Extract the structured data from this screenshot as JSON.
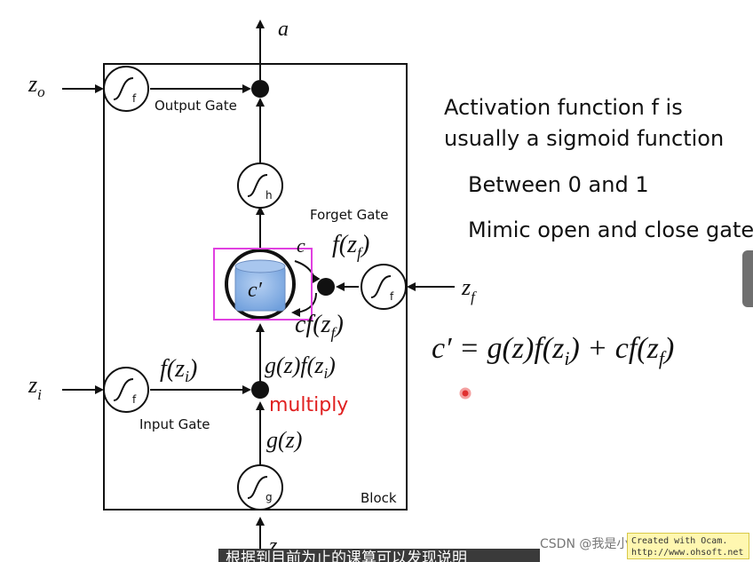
{
  "diagram": {
    "output_label": "a",
    "input_z": "z",
    "input_zo": "z",
    "input_zo_sub": "o",
    "input_zi": "z",
    "input_zi_sub": "i",
    "input_zf": "z",
    "input_zf_sub": "f",
    "output_gate_label": "Output Gate",
    "input_gate_label": "Input Gate",
    "forget_gate_label": "Forget Gate",
    "block_label": "Block",
    "multiply_label": "multiply",
    "gate_f_letter": "f",
    "gate_h_letter": "h",
    "gate_g_letter": "g",
    "cell_label": "c′",
    "c_label": "c",
    "f_zf_label": "f(z",
    "f_zf_sub": "f",
    "f_zf_close": ")",
    "cf_zf_label": "cf(z",
    "cf_zf_sub": "f",
    "cf_zf_close": ")",
    "f_zi_label": "f(z",
    "f_zi_sub": "i",
    "f_zi_close": ")",
    "gz_fzi_label": "g(z)f(z",
    "gz_fzi_sub": "i",
    "gz_fzi_close": ")",
    "gz_label": "g(z)"
  },
  "notes": {
    "line1": "Activation function f is",
    "line2": "usually a sigmoid function",
    "line3": "Between 0 and 1",
    "line4": "Mimic open and close gate"
  },
  "formula": {
    "lhs": "c′ = g(z)f(z",
    "sub1": "i",
    "mid": ") + cf(z",
    "sub2": "f",
    "end": ")"
  },
  "overlay": {
    "subtitle": "根据到目前为止的课算可以发现说明",
    "watermark": "CSDN @我是小蔡呀~",
    "stamp_line1": "Created with Ocam.",
    "stamp_line2": "http://www.ohsoft.net"
  },
  "colors": {
    "highlight_box": "#e040e0",
    "cell_fill": "#8fb8ea",
    "multiply_text": "#e02020",
    "cursor_dot": "#e03030"
  }
}
